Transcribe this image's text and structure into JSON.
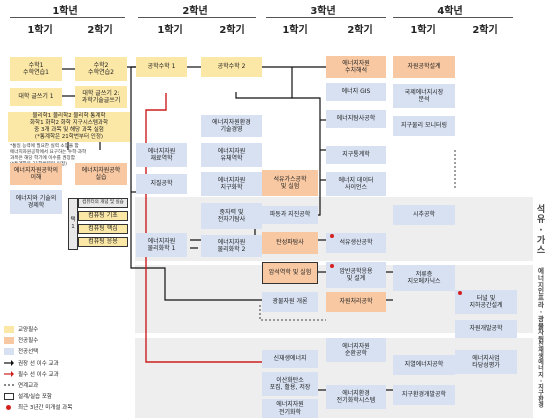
{
  "years": [
    "1학년",
    "2학년",
    "3학년",
    "4학년"
  ],
  "semesters": [
    "1학기",
    "2학기",
    "1학기",
    "2학기",
    "1학기",
    "2학기",
    "1학기",
    "2학기"
  ],
  "tracks": {
    "oilgas": "석\n유\n·\n가\n스",
    "energy_resource": "에\n너\n지\n인\n프\n라\n·\n광\n물\n자\n원",
    "new_energy_env": "신\n재\n생\n에\n너\n지\n·\n지\n구\n환\n경"
  },
  "courses": {
    "math1": "수학1\n수학연습1",
    "math2": "수학2\n수학연습2",
    "writing1": "대학 글쓰기 1",
    "writing2": "대학 글쓰기 2:\n과학기술글쓰기",
    "science": "물리학1 물리학2 물리학 통계학\n화학1 화학2 화학 지구시스템과학\n중 3개 과목 및 해당 과목 실험\n(*통계학은 21학번부터 인정)",
    "energy_intro": "에너지자원공학의\n이해",
    "energy_practice": "에너지자원공학\n실습",
    "energy_tech": "에너지와 기술의\n경제학",
    "eng_math1": "공학수학 1",
    "eng_math2": "공학수학 2",
    "mat_mech": "에너지자원\n재료역학",
    "geology": "지질공학",
    "env_econ": "에너지자원환경\n기술경영",
    "fluid_mech": "에너지자원\n유체역학",
    "geochem": "에너지자원\n지구화학",
    "heavy_oil": "중자력 및\n전자기탐사",
    "num_analysis": "에너지자원\n수치해석",
    "gis": "에너지 GIS",
    "exploration": "에너지탐사공학",
    "geo_stats": "지구통계학",
    "petrophysics": "석유가스공학\n및 실험",
    "data_science": "에너지 데이터\n사이언스",
    "design_prod": "자원공학설계",
    "intl_resource": "국제에너지시장\n분석",
    "earth_monitor": "지구물리 모니터링",
    "physics1": "에너지자원\n물리화학 1",
    "physics2": "에너지자원\n물리화학 2",
    "drilling": "파동과 지진공학",
    "thermo": "탄성파탐사",
    "petroleum_prod": "석유생산공학",
    "rock_mech": "암석역학 및 실험",
    "mine_design": "암반공학응용\n및 설계",
    "storage": "저류층\n지오메카닉스",
    "res_processing": "자원처리공학",
    "tunnel": "터널 및\n지하공간설계",
    "resource_dev": "자원개발공학",
    "mineral_proc": "광물자원 개론",
    "sichuan": "시추공학",
    "renewable": "신재생에너지",
    "co2": "이산화탄소\n포집, 활용, 저장",
    "circular_resource": "에너지자원\n순환공학",
    "energy_elec": "에너지자원\n전기화학",
    "env_system": "에너지환경\n전기화학시스템",
    "geo_energy": "지열에너지공학",
    "env_dev": "지구환경개발공학",
    "energy_biz": "에너지사업\n타당성평가"
  },
  "practice": {
    "label": "택1",
    "items": [
      "컴퓨터의 개념 및 실습",
      "컴퓨팅 기초",
      "컴퓨팅 핵심",
      "컴퓨팅 응용"
    ]
  },
  "note": "*통일 능력에 필요한 실력 소양을 함\n에너지자원공학에서 요구하는 수학·과학\n과목은 해당 학기에 이수를 권장함\n(*통계학은 21학번부터 인정)",
  "legend": [
    {
      "key": "yel",
      "label": "교양필수",
      "color": "#fbe7a6"
    },
    {
      "key": "orn",
      "label": "전공필수",
      "color": "#f8c8a2"
    },
    {
      "key": "blu",
      "label": "전공선택",
      "color": "#d7e1f2"
    }
  ],
  "legend_lines": [
    {
      "label": "권장 선 이수 교과",
      "style": "solid-black"
    },
    {
      "label": "필수 선 이수 교과",
      "style": "solid-red"
    },
    {
      "label": "연계교과",
      "style": "dashed"
    },
    {
      "label": "설계/실습 포함",
      "style": "box"
    },
    {
      "label": "최근 3년간 미개설 과목",
      "style": "dot"
    }
  ]
}
